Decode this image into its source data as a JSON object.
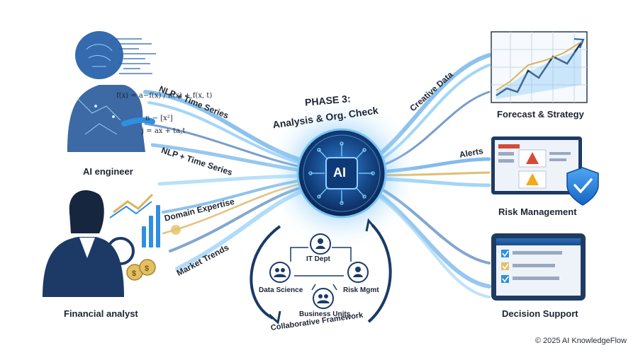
{
  "center": {
    "phase_line1": "PHASE 3:",
    "phase_line2": "Analysis & Org. Check",
    "chip_label": "AI"
  },
  "inputs": {
    "ai_engineer": "AI engineer",
    "financial_analyst": "Financial analyst",
    "flow1": "NLP + Time Series",
    "flow2": "NLP + Time Series",
    "flow3": "Domain Expertise",
    "flow4": "Market Trends"
  },
  "outputs": {
    "creative_data": "Creative Data",
    "alerts": "Alerts",
    "forecast": "Forecast & Strategy",
    "risk": "Risk Management",
    "decision": "Decision Support"
  },
  "framework": {
    "title": "Collaborative Framework",
    "nodes": [
      "IT Dept",
      "Data Science",
      "Risk Mgmt",
      "Business Units"
    ]
  },
  "formulas": [
    "f(x) = a−f(x) / n(x) + f(x, t)",
    "n − [x²]",
    "j = ax + ta,t"
  ],
  "footer": {
    "copyright": "© 2025 AI KnowledgeFlow"
  },
  "colors": {
    "accent": "#2f8fe0",
    "dark": "#1b3a66",
    "gold": "#d9b35a",
    "alert": "#f2a91b",
    "shield": "#1e78d6"
  }
}
